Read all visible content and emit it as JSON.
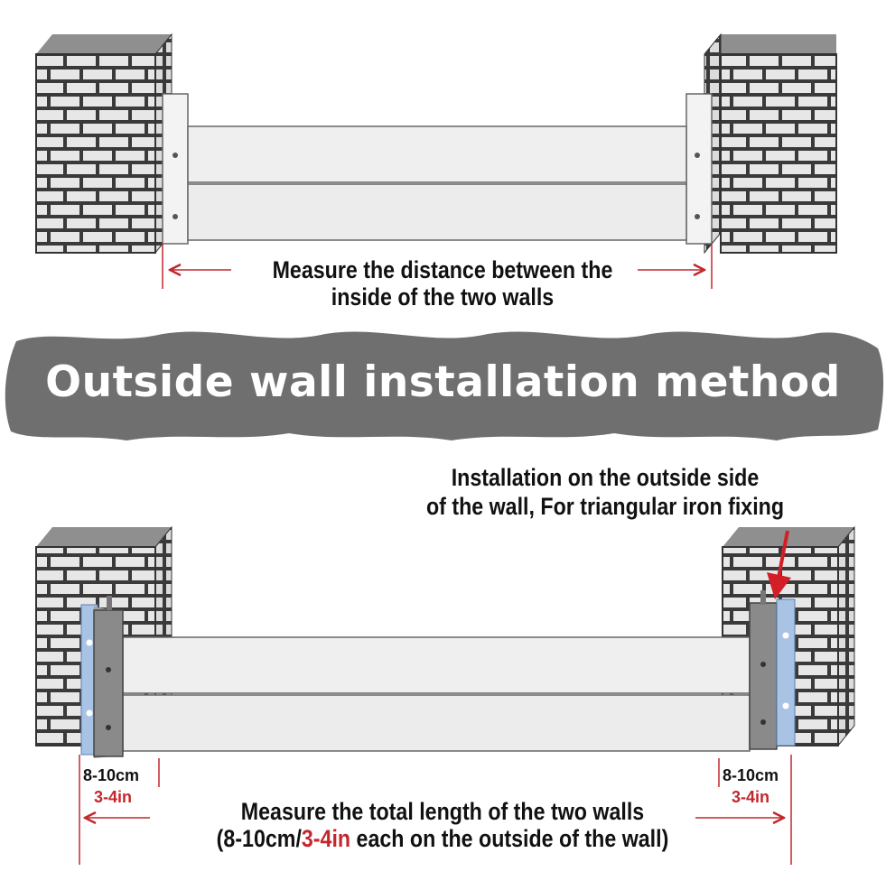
{
  "top_diagram": {
    "caption_line1": "Measure the distance between the",
    "caption_line2": "inside of the two walls"
  },
  "banner": {
    "title": "Outside wall installation method",
    "color": "#6f6f6f"
  },
  "bottom_diagram": {
    "callout_line1": "Installation on the outside side",
    "callout_line2": "of the wall, For triangular iron fixing",
    "left_dim_cm": "8-10cm",
    "left_dim_in": "3-4in",
    "right_dim_cm": "8-10cm",
    "right_dim_in": "3-4in",
    "caption_line1": "Measure the total length of the two walls",
    "caption_line2_pre": "(8-10cm/",
    "caption_line2_red": "3-4in",
    "caption_line2_post": " each on the outside of the wall)"
  },
  "colors": {
    "accent_red": "#c2272d",
    "bracket_blue": "#a9c3e4",
    "post_grey": "#8a8a8a",
    "brick_face": "#e6e6e6",
    "mortar": "#3a3a3a"
  }
}
